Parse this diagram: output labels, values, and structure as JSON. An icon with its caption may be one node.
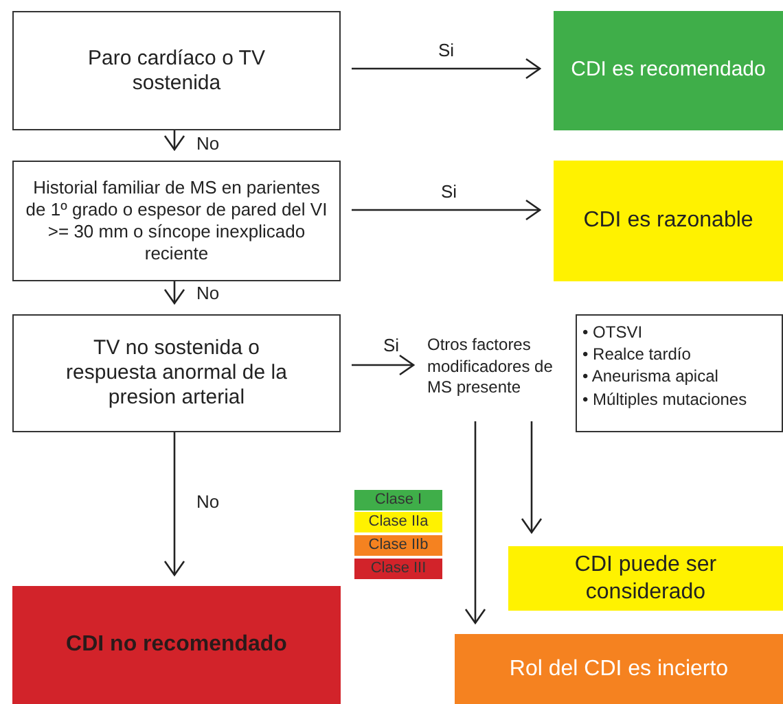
{
  "diagram": {
    "nodes": [
      {
        "text": [
          "Paro cardíaco o TV sostenida"
        ]
      },
      {
        "text": [
          "CDI es recomendado"
        ]
      },
      {
        "text": [
          "Historial familiar de MS en parientes de 1º grado o espesor de pared del VI >= 30 mm o síncope inexplicado reciente"
        ]
      },
      {
        "text": [
          "CDI es razonable"
        ]
      },
      {
        "text": [
          "TV no sostenida o respuesta anormal de la presion arterial"
        ]
      },
      {
        "text": [
          "Otros factores modificadores de MS presente"
        ]
      },
      {
        "text": [
          "• OTSVI",
          "• Realce tardío",
          "• Aneurisma apical",
          "• Múltiples mutaciones"
        ]
      },
      {
        "text": [
          "CDI no recomendado"
        ]
      },
      {
        "text": [
          "CDI puede ser considerado"
        ]
      },
      {
        "text": [
          "Rol del CDI es incierto"
        ]
      }
    ],
    "edges": [
      {
        "from": 0,
        "to": 1,
        "arrow": "to",
        "label": "Si"
      },
      {
        "from": 0,
        "to": 2,
        "arrow": "to",
        "label": "No"
      },
      {
        "from": 2,
        "to": 3,
        "arrow": "to",
        "label": "Si"
      },
      {
        "from": 2,
        "to": 4,
        "arrow": "to",
        "label": "No"
      },
      {
        "from": 4,
        "to": 5,
        "arrow": "to",
        "label": "Si"
      },
      {
        "from": 4,
        "to": 7,
        "arrow": "to",
        "label": "No"
      },
      {
        "from": 5,
        "to": 9,
        "arrow": "to"
      },
      {
        "from": 5,
        "to": 8,
        "arrow": "to"
      }
    ],
    "legend": [
      {
        "text": "Clase I",
        "color": "#3fae49"
      },
      {
        "text": "Clase IIa",
        "color": "#fff200"
      },
      {
        "text": "Clase IIb",
        "color": "#f58220"
      },
      {
        "text": "Clase III",
        "color": "#d2232a"
      }
    ]
  }
}
